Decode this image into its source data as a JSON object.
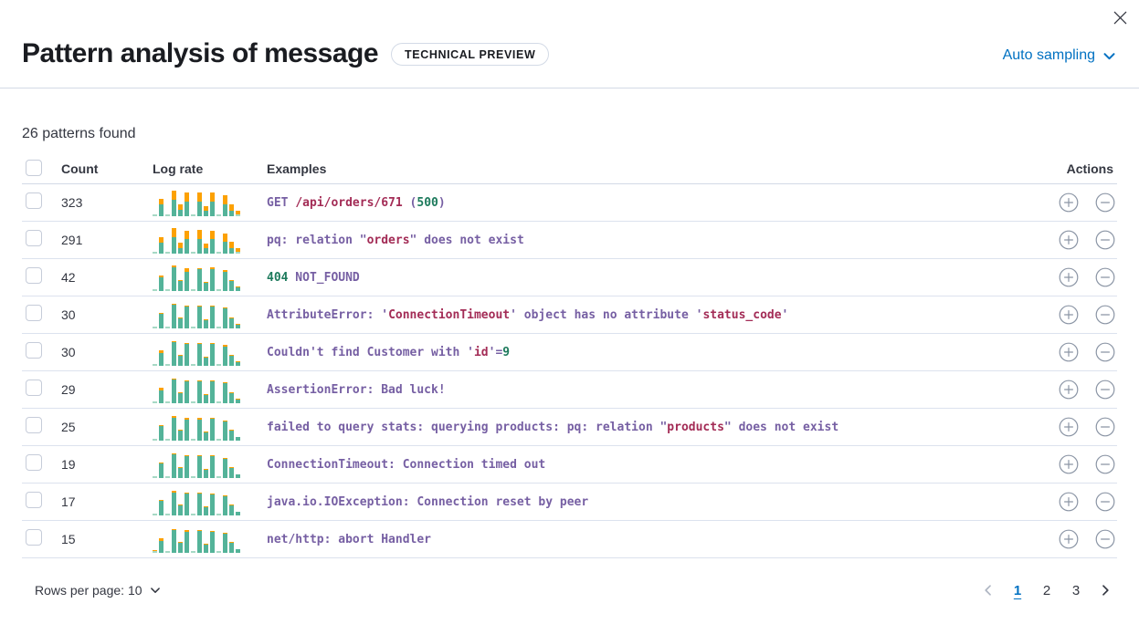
{
  "header": {
    "title": "Pattern analysis of message",
    "badge": "TECHNICAL PREVIEW",
    "sampling": "Auto sampling"
  },
  "summary": "26 patterns found",
  "table": {
    "headers": {
      "count": "Count",
      "log_rate": "Log rate",
      "examples": "Examples",
      "actions": "Actions"
    },
    "rows": [
      {
        "count": "323",
        "bars": [
          [
            2,
            0
          ],
          [
            13,
            6
          ],
          [
            2,
            0
          ],
          [
            18,
            10
          ],
          [
            7,
            6
          ],
          [
            16,
            10
          ],
          [
            2,
            0
          ],
          [
            16,
            10
          ],
          [
            6,
            5
          ],
          [
            16,
            10
          ],
          [
            2,
            0
          ],
          [
            13,
            10
          ],
          [
            6,
            7
          ],
          [
            2,
            4
          ]
        ],
        "example": [
          {
            "t": "GET ",
            "c": "p"
          },
          {
            "t": "/api/orders/671",
            "c": "r"
          },
          {
            "t": " (",
            "c": "p"
          },
          {
            "t": "500",
            "c": "g"
          },
          {
            "t": ")",
            "c": "p"
          }
        ]
      },
      {
        "count": "291",
        "bars": [
          [
            2,
            0
          ],
          [
            12,
            6
          ],
          [
            2,
            0
          ],
          [
            18,
            10
          ],
          [
            6,
            6
          ],
          [
            16,
            9
          ],
          [
            2,
            0
          ],
          [
            16,
            10
          ],
          [
            6,
            5
          ],
          [
            16,
            9
          ],
          [
            2,
            0
          ],
          [
            13,
            9
          ],
          [
            6,
            7
          ],
          [
            2,
            4
          ]
        ],
        "example": [
          {
            "t": "pq: relation \"",
            "c": "p"
          },
          {
            "t": "orders",
            "c": "r"
          },
          {
            "t": "\" does not exist",
            "c": "p"
          }
        ]
      },
      {
        "count": "42",
        "bars": [
          [
            2,
            0
          ],
          [
            15,
            2
          ],
          [
            2,
            0
          ],
          [
            26,
            2
          ],
          [
            11,
            1
          ],
          [
            21,
            4
          ],
          [
            2,
            0
          ],
          [
            24,
            1
          ],
          [
            9,
            1
          ],
          [
            24,
            2
          ],
          [
            2,
            0
          ],
          [
            21,
            2
          ],
          [
            11,
            1
          ],
          [
            4,
            1
          ]
        ],
        "example": [
          {
            "t": "404",
            "c": "g"
          },
          {
            "t": " NOT_FOUND",
            "c": "p"
          }
        ]
      },
      {
        "count": "30",
        "bars": [
          [
            2,
            0
          ],
          [
            16,
            1
          ],
          [
            2,
            0
          ],
          [
            26,
            1
          ],
          [
            11,
            1
          ],
          [
            24,
            1
          ],
          [
            2,
            0
          ],
          [
            24,
            1
          ],
          [
            9,
            1
          ],
          [
            24,
            1
          ],
          [
            2,
            0
          ],
          [
            22,
            1
          ],
          [
            11,
            1
          ],
          [
            4,
            1
          ]
        ],
        "example": [
          {
            "t": "AttributeError: '",
            "c": "p"
          },
          {
            "t": "ConnectionTimeout",
            "c": "r"
          },
          {
            "t": "' object has no attribute '",
            "c": "p"
          },
          {
            "t": "status_code",
            "c": "r"
          },
          {
            "t": "'",
            "c": "p"
          }
        ]
      },
      {
        "count": "30",
        "bars": [
          [
            2,
            0
          ],
          [
            14,
            3
          ],
          [
            2,
            0
          ],
          [
            26,
            1
          ],
          [
            11,
            1
          ],
          [
            24,
            1
          ],
          [
            2,
            0
          ],
          [
            24,
            1
          ],
          [
            9,
            1
          ],
          [
            24,
            1
          ],
          [
            2,
            0
          ],
          [
            21,
            2
          ],
          [
            11,
            1
          ],
          [
            4,
            1
          ]
        ],
        "example": [
          {
            "t": "Couldn't find Customer with '",
            "c": "p"
          },
          {
            "t": "id",
            "c": "r"
          },
          {
            "t": "'=",
            "c": "p"
          },
          {
            "t": "9",
            "c": "g"
          }
        ]
      },
      {
        "count": "29",
        "bars": [
          [
            2,
            0
          ],
          [
            14,
            3
          ],
          [
            2,
            0
          ],
          [
            26,
            1
          ],
          [
            11,
            1
          ],
          [
            24,
            1
          ],
          [
            2,
            0
          ],
          [
            24,
            1
          ],
          [
            9,
            1
          ],
          [
            24,
            1
          ],
          [
            2,
            0
          ],
          [
            22,
            1
          ],
          [
            11,
            1
          ],
          [
            4,
            1
          ]
        ],
        "example": [
          {
            "t": "AssertionError: Bad luck!",
            "c": "p"
          }
        ]
      },
      {
        "count": "25",
        "bars": [
          [
            2,
            0
          ],
          [
            16,
            1
          ],
          [
            2,
            0
          ],
          [
            25,
            2
          ],
          [
            11,
            1
          ],
          [
            23,
            2
          ],
          [
            2,
            0
          ],
          [
            23,
            2
          ],
          [
            9,
            1
          ],
          [
            24,
            1
          ],
          [
            2,
            0
          ],
          [
            21,
            1
          ],
          [
            11,
            1
          ],
          [
            4,
            0
          ]
        ],
        "example": [
          {
            "t": "failed to query stats: querying products: pq: relation \"",
            "c": "p"
          },
          {
            "t": "products",
            "c": "r"
          },
          {
            "t": "\" does not exist",
            "c": "p"
          }
        ]
      },
      {
        "count": "19",
        "bars": [
          [
            2,
            0
          ],
          [
            16,
            1
          ],
          [
            2,
            0
          ],
          [
            26,
            1
          ],
          [
            11,
            1
          ],
          [
            24,
            1
          ],
          [
            2,
            0
          ],
          [
            24,
            1
          ],
          [
            9,
            1
          ],
          [
            24,
            1
          ],
          [
            2,
            0
          ],
          [
            21,
            1
          ],
          [
            11,
            1
          ],
          [
            4,
            0
          ]
        ],
        "example": [
          {
            "t": "ConnectionTimeout: Connection timed out",
            "c": "p"
          }
        ]
      },
      {
        "count": "17",
        "bars": [
          [
            2,
            0
          ],
          [
            16,
            1
          ],
          [
            2,
            0
          ],
          [
            25,
            2
          ],
          [
            11,
            1
          ],
          [
            24,
            1
          ],
          [
            2,
            0
          ],
          [
            24,
            1
          ],
          [
            9,
            1
          ],
          [
            23,
            1
          ],
          [
            2,
            0
          ],
          [
            21,
            1
          ],
          [
            11,
            1
          ],
          [
            4,
            0
          ]
        ],
        "example": [
          {
            "t": "java.io.IOException: Connection reset by peer",
            "c": "p"
          }
        ]
      },
      {
        "count": "15",
        "bars": [
          [
            2,
            1
          ],
          [
            13,
            3
          ],
          [
            2,
            0
          ],
          [
            25,
            1
          ],
          [
            11,
            1
          ],
          [
            23,
            2
          ],
          [
            2,
            0
          ],
          [
            24,
            1
          ],
          [
            9,
            1
          ],
          [
            23,
            1
          ],
          [
            2,
            0
          ],
          [
            21,
            1
          ],
          [
            11,
            1
          ],
          [
            4,
            0
          ]
        ],
        "example": [
          {
            "t": "net/http: abort Handler",
            "c": "p"
          }
        ]
      }
    ]
  },
  "footer": {
    "rows_per_page": "Rows per page: 10",
    "pages": [
      "1",
      "2",
      "3"
    ],
    "active_page": "1"
  },
  "colors": {
    "accent_blue": "#0071c2",
    "bar_teal": "#54b399",
    "bar_teal_light": "#a6d9c5",
    "bar_orange": "#fca103",
    "code_purple": "#765fa3",
    "code_red": "#a32c56",
    "code_green": "#1d7a5c",
    "border": "#d3dae6",
    "title_text": "#1a1c21",
    "body_text": "#343741"
  },
  "icons": {
    "close": "✕",
    "chevron_down": "⌄",
    "chevron_left": "‹",
    "chevron_right": "›",
    "filter_in": "⊕",
    "filter_out": "⊖"
  }
}
